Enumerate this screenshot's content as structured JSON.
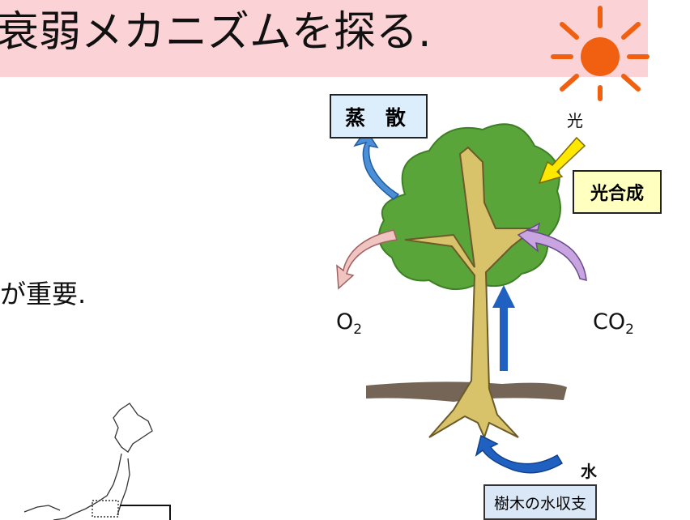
{
  "slide": {
    "title": "衰弱メカニズムを探る.",
    "body_fragment": "が重要."
  },
  "diagram": {
    "evaporation_label": "蒸 散",
    "light_label": "光",
    "photosynthesis_label": "光合成",
    "o2": {
      "base": "O",
      "sub": "2"
    },
    "co2": {
      "base": "CO",
      "sub": "2"
    },
    "water_label": "水",
    "caption": "樹木の水収支"
  },
  "colors": {
    "title_band": "#fbd3d6",
    "sun": "#f06010",
    "sun_rays": "#f06010",
    "tree_crown": "#5aa53a",
    "tree_trunk": "#d8c36a",
    "evaporation_box": "#dceefb",
    "photosynthesis_box": "#ffffc0",
    "caption_box": "#d9e7f7"
  }
}
